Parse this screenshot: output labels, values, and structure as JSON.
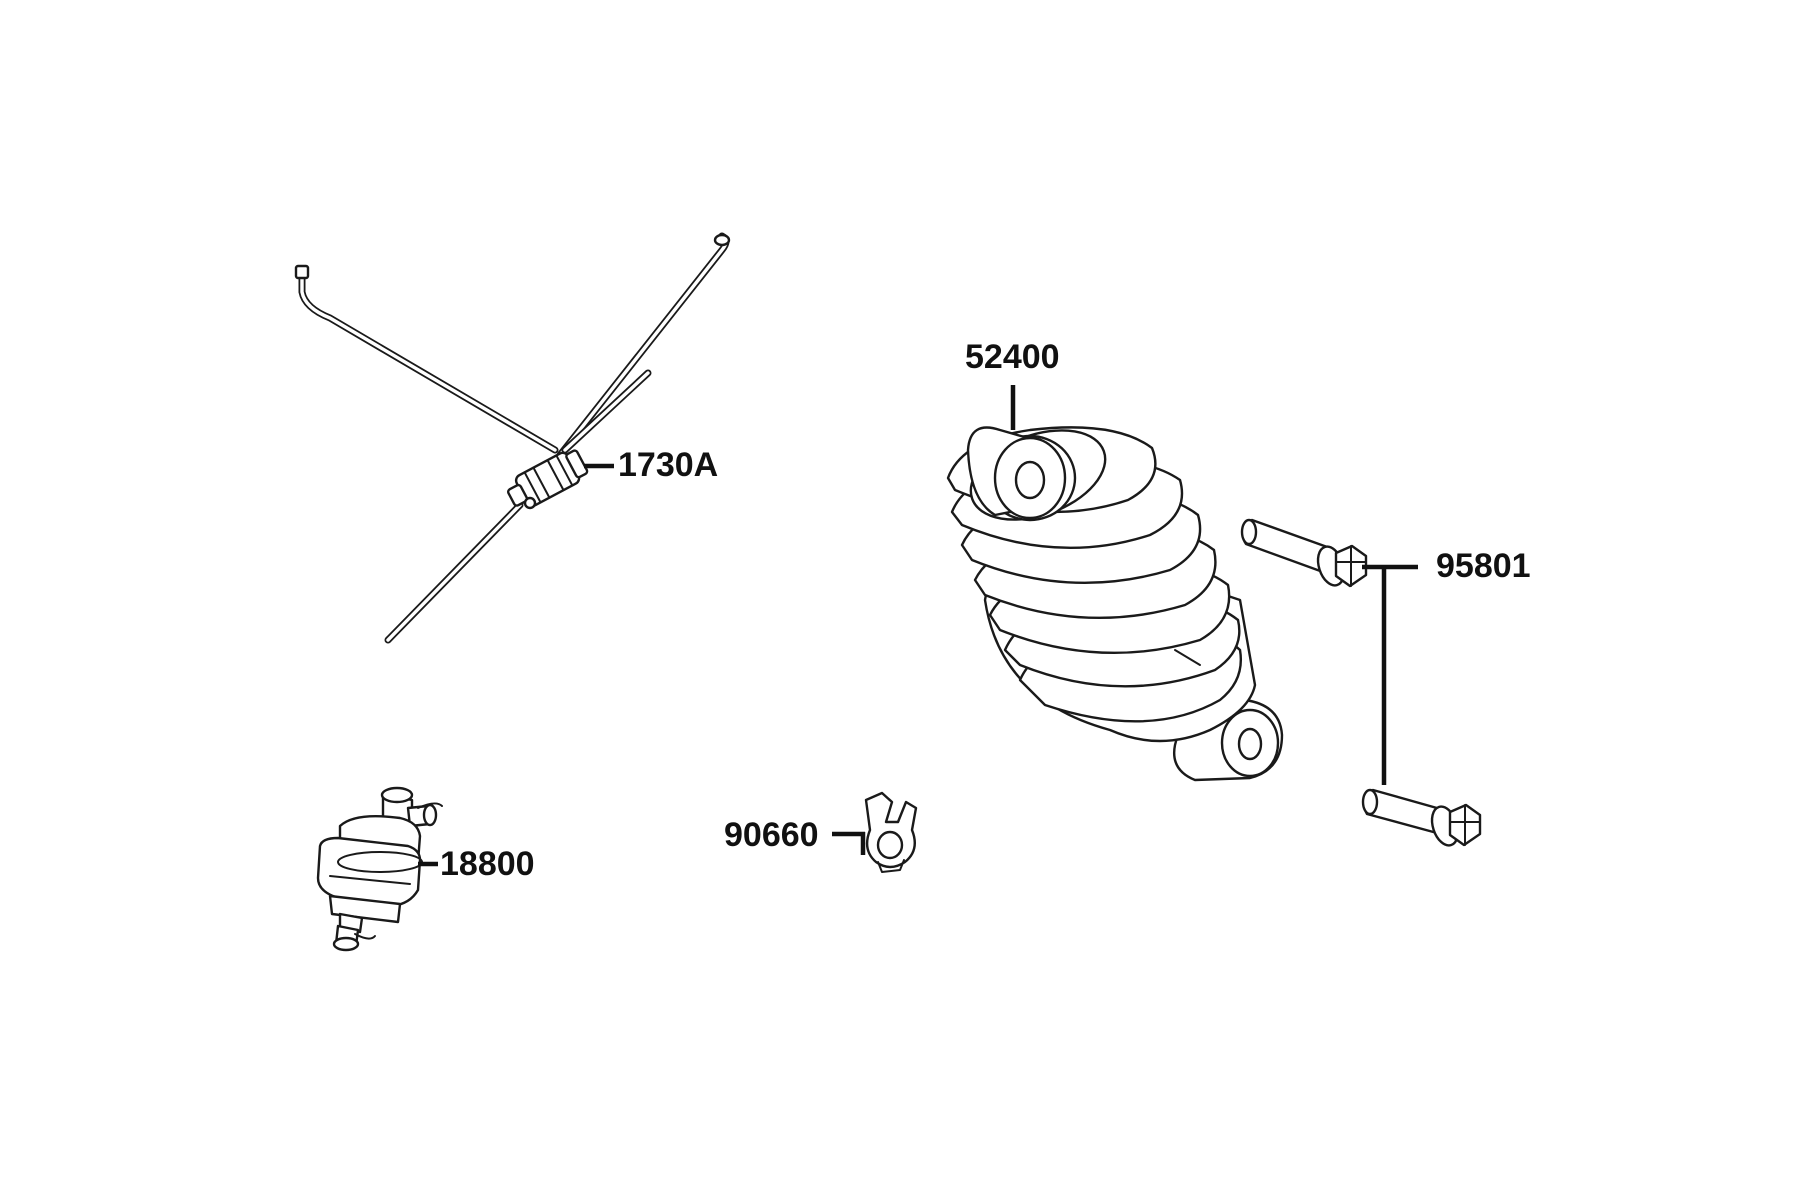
{
  "callouts": {
    "p1730a": "1730A",
    "p18800": "18800",
    "p90660": "90660",
    "p52400": "52400",
    "p95801": "95801"
  }
}
